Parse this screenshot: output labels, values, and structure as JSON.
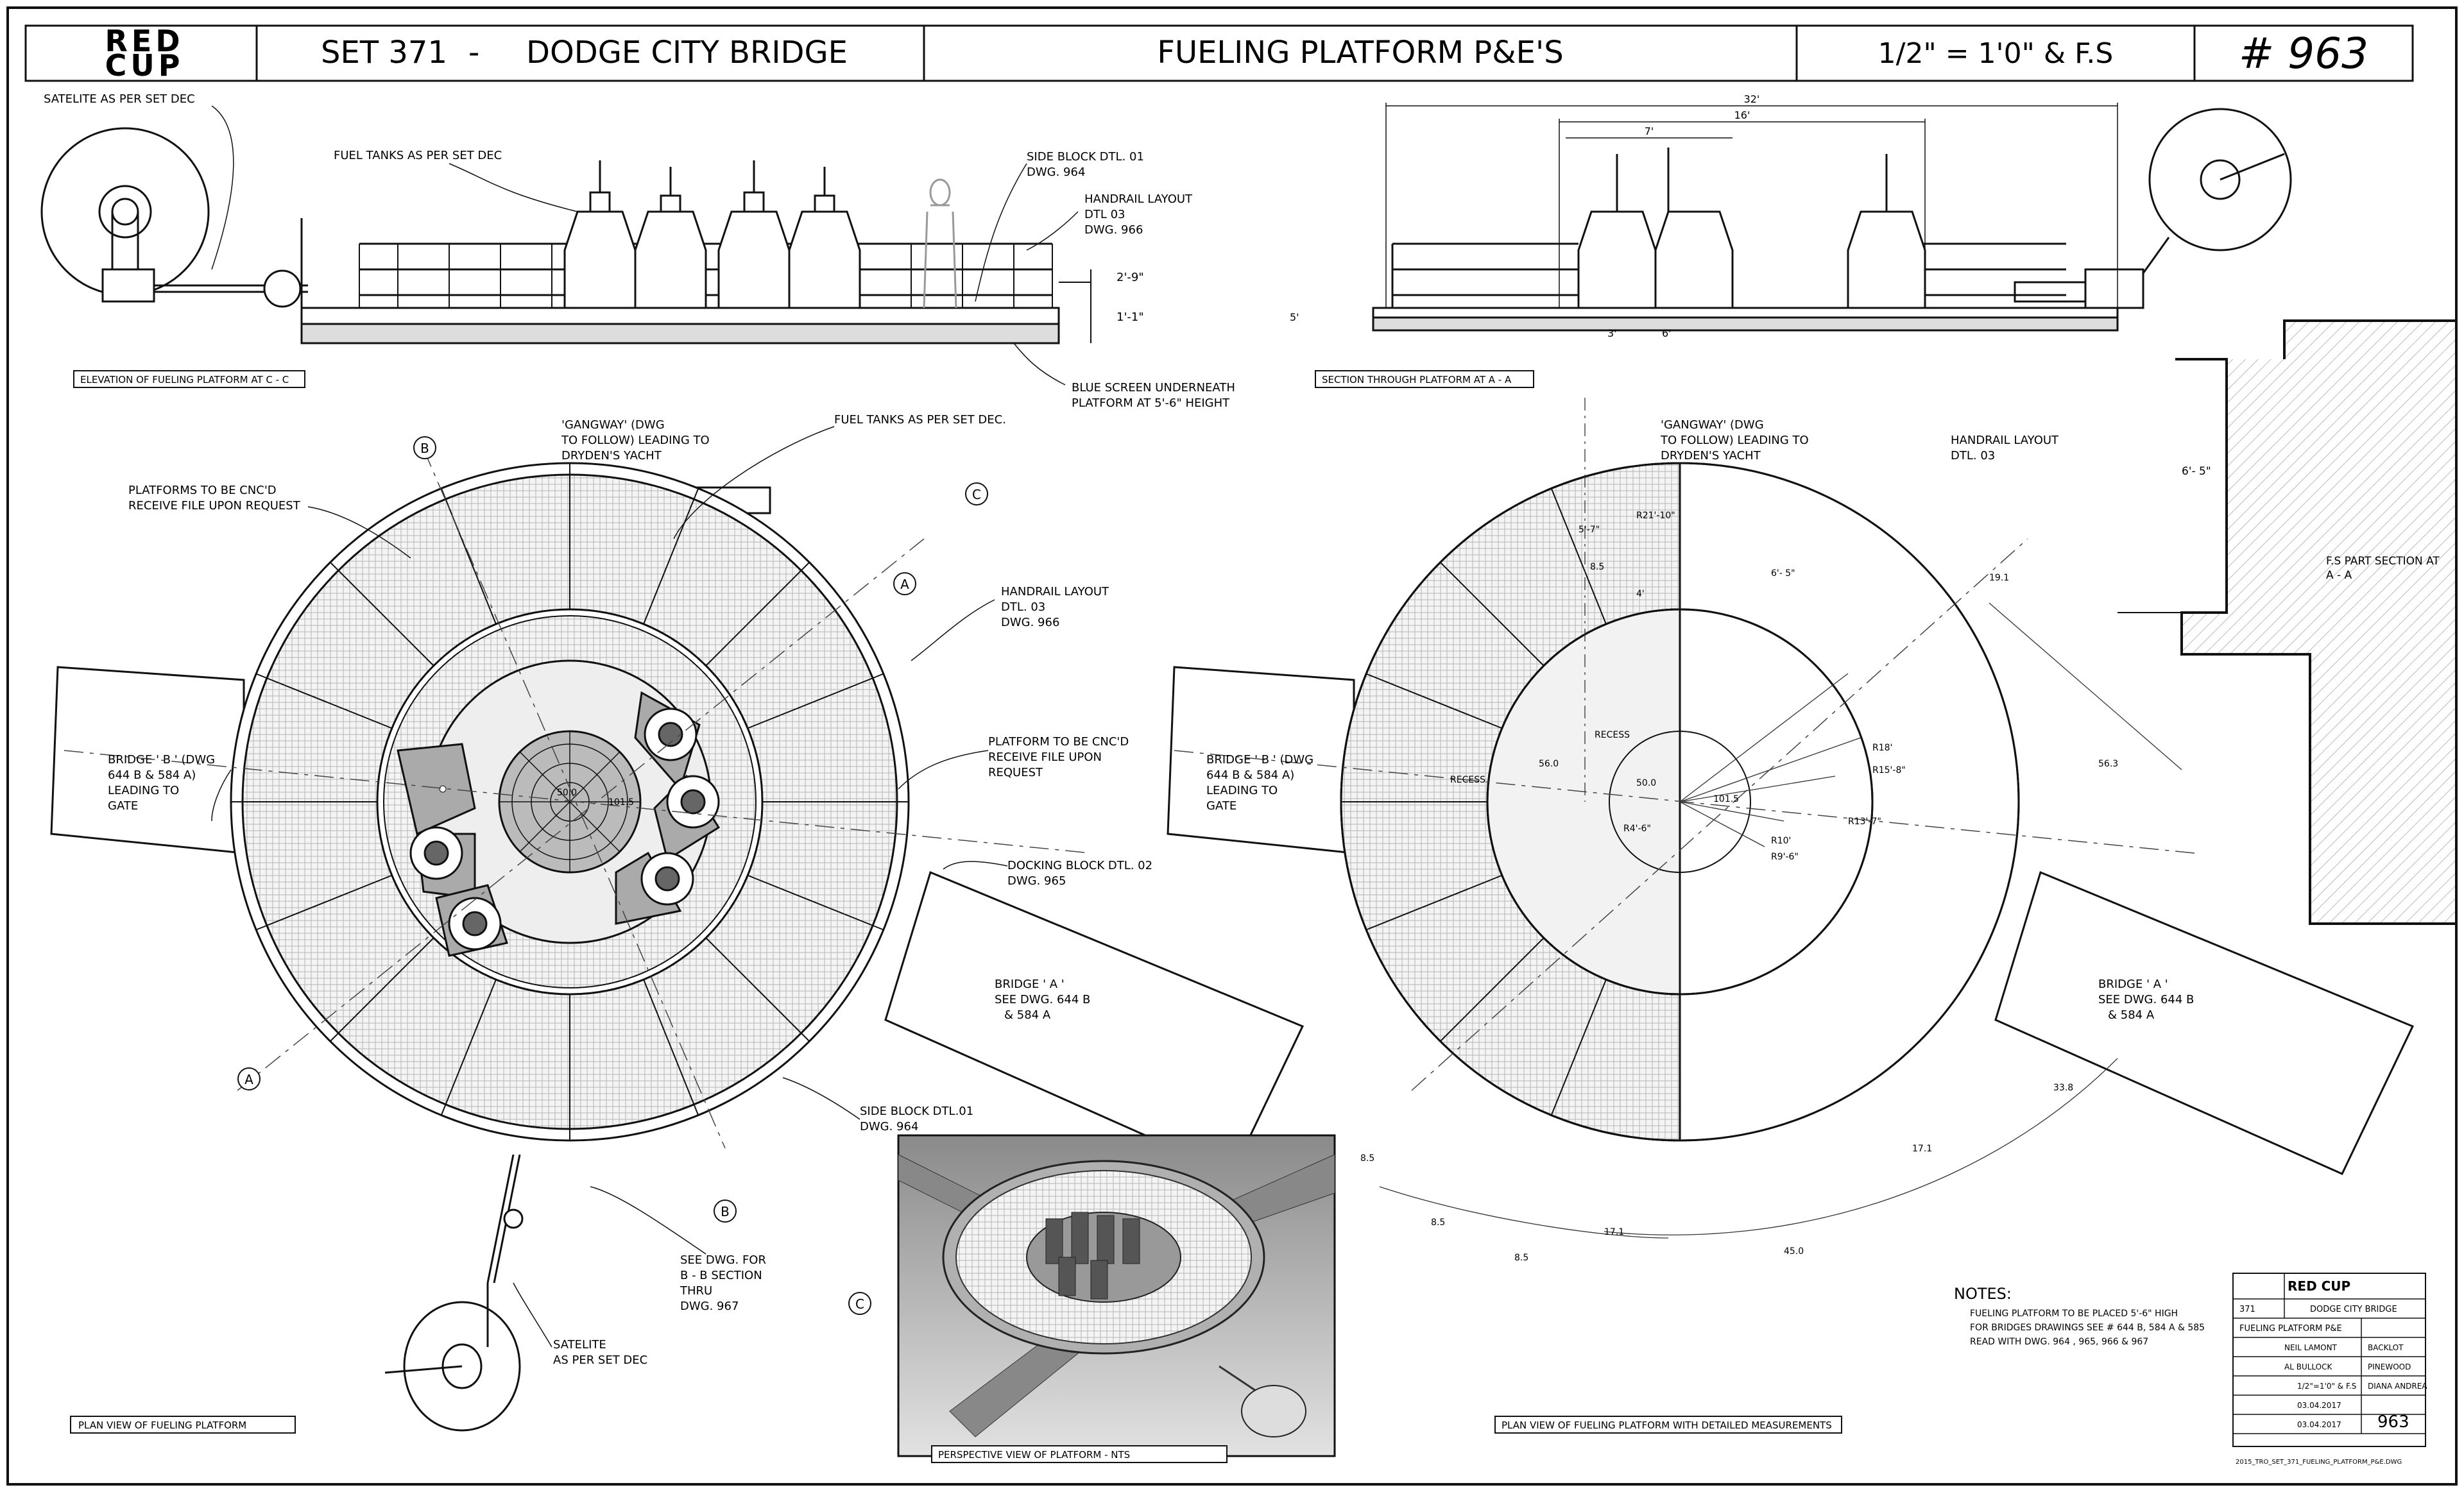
{
  "title_bar": {
    "logo_line1": "RED",
    "logo_line2": "CUP",
    "set": "SET 371",
    "dash": "-",
    "set_name": "DODGE CITY BRIDGE",
    "drawing_title": "FUELING PLATFORM P&E'S",
    "scale": "1/2\" = 1'0\"  &  F.S",
    "drawing_number": "# 963"
  },
  "callouts": {
    "satellite_top": "SATELITE AS PER SET DEC",
    "fuel_tanks_top": "FUEL TANKS AS PER SET DEC",
    "side_block_top": "SIDE BLOCK DTL. 01",
    "side_block_top_dwg": "DWG. 964",
    "handrail_top": "HANDRAIL LAYOUT",
    "handrail_top_dtl": "DTL 03",
    "handrail_top_dwg": "DWG. 966",
    "blue_screen_1": "BLUE SCREEN UNDERNEATH",
    "blue_screen_2": "PLATFORM AT 5'-6\" HEIGHT",
    "elevation_label": "ELEVATION OF FUELING PLATFORM AT C - C",
    "section_label": "SECTION THROUGH PLATFORM AT A - A",
    "gangway_left_1": "'GANGWAY' (DWG",
    "gangway_left_2": "TO FOLLOW) LEADING TO",
    "gangway_left_3": "DRYDEN'S YACHT",
    "fuel_tanks_mid": "FUEL TANKS AS PER SET DEC.",
    "platforms_cnc_1": "PLATFORMS TO BE CNC'D",
    "platforms_cnc_2": "RECEIVE FILE UPON REQUEST",
    "handrail_mid_1": "HANDRAIL LAYOUT",
    "handrail_mid_2": "DTL. 03",
    "handrail_mid_3": "DWG. 966",
    "platform_cnc_1": "PLATFORM TO BE CNC'D",
    "platform_cnc_2": "RECEIVE FILE UPON",
    "platform_cnc_3": "REQUEST",
    "bridge_b_left_1": "BRIDGE ' B ' (DWG",
    "bridge_b_left_2": "644 B & 584 A)",
    "bridge_b_left_3": "LEADING TO",
    "bridge_b_left_4": "GATE",
    "docking_1": "DOCKING BLOCK DTL. 02",
    "docking_2": "DWG. 965",
    "bridge_a_left_1": "BRIDGE ' A '",
    "bridge_a_left_2": "SEE DWG. 644 B",
    "bridge_a_left_3": "& 584 A",
    "side_block_low_1": "SIDE BLOCK DTL.01",
    "side_block_low_2": "DWG. 964",
    "see_dwg_1": "SEE DWG. FOR",
    "see_dwg_2": "B - B SECTION",
    "see_dwg_3": "THRU",
    "see_dwg_4": "DWG.     967",
    "satellite_low_1": "SATELITE",
    "satellite_low_2": "AS PER SET DEC",
    "plan_label": "PLAN VIEW OF FUELING PLATFORM",
    "perspective_label": "PERSPECTIVE VIEW OF PLATFORM - NTS",
    "gangway_right_1": "'GANGWAY' (DWG",
    "gangway_right_2": "TO FOLLOW) LEADING TO",
    "gangway_right_3": "DRYDEN'S YACHT",
    "handrail_right_1": "HANDRAIL LAYOUT",
    "handrail_right_2": "DTL. 03",
    "bridge_b_right_1": "BRIDGE ' B ' (DWG",
    "bridge_b_right_2": "644 B & 584 A)",
    "bridge_b_right_3": "LEADING TO",
    "bridge_b_right_4": "GATE",
    "bridge_a_right_1": "BRIDGE ' A '",
    "bridge_a_right_2": "SEE DWG. 644 B",
    "bridge_a_right_3": "& 584 A",
    "fs_part_1": "F.S PART SECTION AT",
    "fs_part_2": "A - A",
    "plan_detail_label": "PLAN VIEW OF FUELING PLATFORM WITH DETAILED MEASUREMENTS",
    "recess_1": "RECESS",
    "recess_2": "RECESS"
  },
  "section_markers": [
    "A",
    "B",
    "C"
  ],
  "dimensions": {
    "d32": "32'",
    "d16": "16'",
    "d7": "7'",
    "d2_9": "2'-9\"",
    "d1_1": "1'-1\"",
    "d5": "5'",
    "d6_5": "6'- 5\"",
    "d5_7": "5'-7\"",
    "d4": "4'",
    "r21": "R21'-10\"",
    "r18": "R18'",
    "r15_8": "R15'-8\"",
    "r13_7": "R13'-7\"",
    "r10": "R10'",
    "r9_6": "R9'-6\"",
    "r4": "R4'-6\"",
    "v8_5": "8.5",
    "v56": "56.0",
    "v50": "50.0",
    "v101": "101.5",
    "v56_3": "56.3",
    "v33": "33.8",
    "v45": "45.0",
    "v17": "17.1",
    "v19": "19.1",
    "d3": "3'",
    "d6": "6'"
  },
  "notes": {
    "heading": "NOTES:",
    "n1": "FUELING PLATFORM TO BE PLACED 5'-6\" HIGH",
    "n2": "FOR BRIDGES DRAWINGS SEE # 644 B, 584 A & 585",
    "n3": "READ WITH DWG. 964 , 965, 966 & 967"
  },
  "title_block": {
    "logo": "RED CUP",
    "set": "371",
    "set_name": "DODGE CITY BRIDGE",
    "drawing": "FUELING PLATFORM P&E",
    "designer": "NEIL LAMONT",
    "location": "BACKLOT",
    "art_director": "AL BULLOCK",
    "location2": "PINEWOOD",
    "scale": "1/2\"=1'0\" & F.S",
    "drawn_by": "DIANA ANDREA",
    "date1": "03.04.2017",
    "date2": "03.04.2017",
    "number": "963",
    "footer": "2015_TRO_SET_371_FUELING_PLATFORM_P&E.DWG"
  }
}
